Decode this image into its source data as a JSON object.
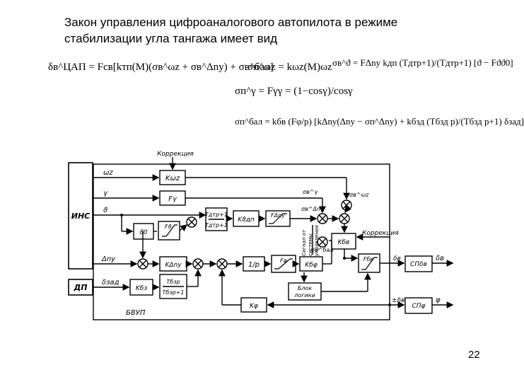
{
  "slide": {
    "title_line1": "Закон управления цифроаналогового автопилота в режиме",
    "title_line2": "стабилизации угла тангажа имеет вид",
    "page_number": "22"
  },
  "formulas": {
    "f1": "δв^ЦАП = Fсв[kтп(M)(σв^ωz + σв^Δny) + σв^бал]",
    "f2": "σп^ωz = kωz(M)ωz",
    "f3": "σп^γ = Fγγ = (1−cosγ)/cosγ",
    "f4": "σв^ϑ = FΔny kдп (Tдтp+1)/(Tдтp+1) [ϑ − Fϑϑ0]",
    "f5": "σп^бал = kбв (Fφ/p) [kΔny(Δny − σп^Δny) + kбзд (Tбзд p)/(Tбзд p+1) δзад]"
  },
  "diagram": {
    "korrekciya_top": "Коррекция",
    "korrekciya_right": "Коррекция",
    "ins": "ИНС",
    "dp": "ДП",
    "bvup": "БВУП",
    "in_wz": "ωz",
    "in_gamma": "γ",
    "in_theta": "ϑ",
    "in_dny": "Δny",
    "in_dzad": "δзад",
    "k_wz": "Kωz",
    "f_gamma": "Fγ",
    "lead_num": "Tдтp+1",
    "lead_den": "Tдтp+1",
    "k_theta": "Kϑдп",
    "f_dny": "FΔny",
    "theta0": "ϑ0",
    "f_theta": "Fϑ",
    "k_dny": "KΔny",
    "integr": "1/p",
    "f_phi": "Fφ",
    "k_bphi": "Kбφ",
    "f_bv": "Fбв",
    "k_bv": "Kбв",
    "k_bz": "Kбз",
    "bz_num": "Tбзp",
    "bz_den": "Tбзp+1",
    "logic_line1": "Блок",
    "logic_line2": "логики",
    "k_phi": "Kφ",
    "sp_dv": "СПδв",
    "sp_phi": "СПφ",
    "sig_gamma": "σв^γ",
    "sig_dny": "σв^Δny",
    "sig_wz": "σв^ωz",
    "sig_bal": "σв^бал",
    "out_dv": "δв",
    "out_dv2": "δв",
    "out_phi_in": "±δв",
    "out_phi": "φ",
    "vert_line1": "Сигнал от",
    "vert_line2": "системы",
    "vert_line3": "управления"
  }
}
